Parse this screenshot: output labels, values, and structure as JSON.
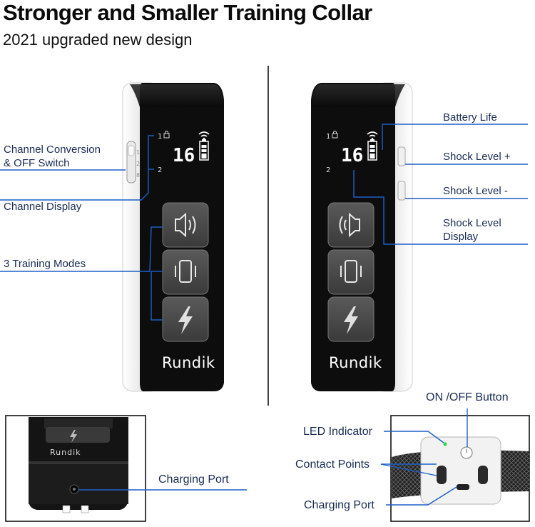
{
  "title": "Stronger and Smaller Training Collar",
  "subtitle": "2021 upgraded new design",
  "brand": "Rundik",
  "lcd_reading": "16",
  "channels": [
    "1",
    "2"
  ],
  "switch_marks": [
    "1",
    "2",
    "8"
  ],
  "left_callouts": {
    "channel_conversion_line1": "Channel Conversion",
    "channel_conversion_line2": "& OFF Switch",
    "channel_display": "Channel Display",
    "training_modes": "3 Training Modes"
  },
  "right_callouts": {
    "battery_life": "Battery Life",
    "shock_plus": "Shock Level +",
    "shock_minus": "Shock Level -",
    "shock_display_line1": "Shock Level",
    "shock_display_line2": "Display"
  },
  "bottom_left": {
    "charging_port": "Charging Port"
  },
  "bottom_right": {
    "on_off": "ON /OFF Button",
    "led": "LED Indicator",
    "contact_points": "Contact Points",
    "charging_port": "Charging Port"
  },
  "colors": {
    "callout_line": "#1e5fc8",
    "device_body": "#0d0d0d",
    "device_side": "#f4f4f4",
    "button": "#4a4a4a"
  },
  "icons": [
    "speaker-icon",
    "vibration-icon",
    "lightning-icon",
    "lock-icon",
    "wifi-signal-icon",
    "battery-icon"
  ]
}
